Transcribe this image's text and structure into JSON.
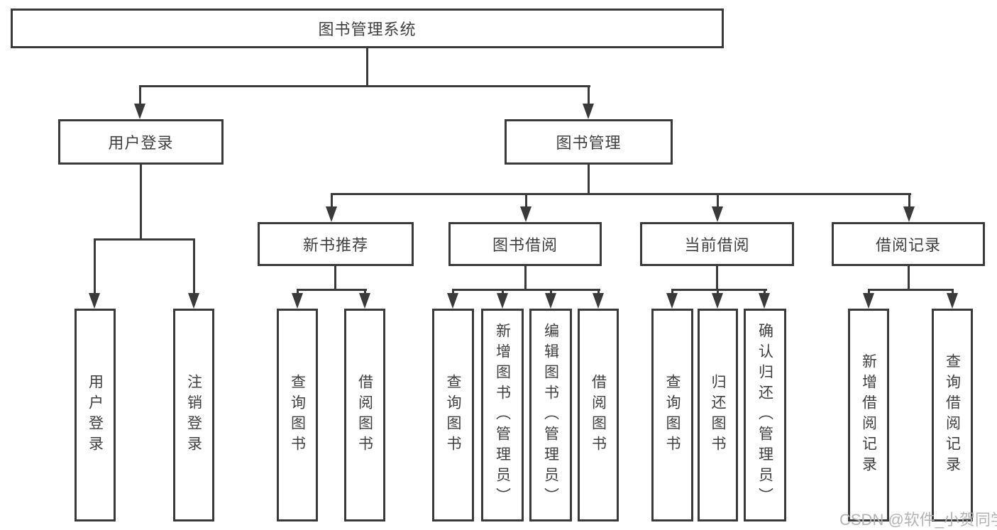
{
  "colors": {
    "line": "#3a3a3a",
    "text": "#3f3f3f",
    "watermark": "#b3b3b3",
    "background": "#ffffff"
  },
  "watermark": {
    "text": "CSDN @软件_小贺同学"
  },
  "tree": {
    "root": "图书管理系统",
    "branches": [
      {
        "label": "用户登录",
        "children": [
          "用户登录",
          "注销登录"
        ]
      },
      {
        "label": "图书管理",
        "sections": [
          {
            "label": "新书推荐",
            "children": [
              "查询图书",
              "借阅图书"
            ]
          },
          {
            "label": "图书借阅",
            "children": [
              "查询图书",
              "新增图书（管理员）",
              "编辑图书（管理员）",
              "借阅图书"
            ]
          },
          {
            "label": "当前借阅",
            "children": [
              "查询图书",
              "归还图书",
              "确认归还（管理员）"
            ]
          },
          {
            "label": "借阅记录",
            "children": [
              "新增借阅记录",
              "查询借阅记录"
            ]
          }
        ]
      }
    ]
  }
}
